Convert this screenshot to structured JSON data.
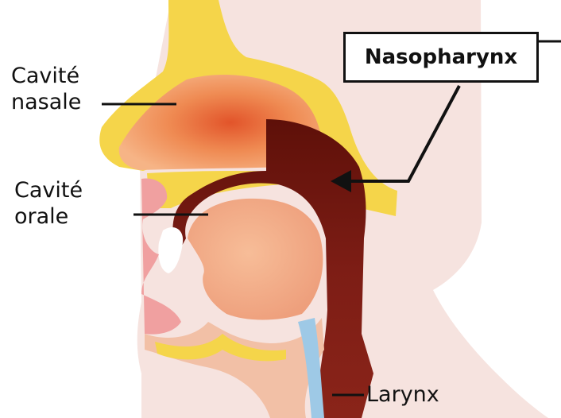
{
  "labels": {
    "nasal_cavity": [
      "Cavité",
      "nasale"
    ],
    "oral_cavity": [
      "Cavité",
      "orale"
    ],
    "larynx": "Larynx",
    "nasopharynx": "Nasopharynx"
  },
  "colors": {
    "background": "#ffffff",
    "skin": "#f6e3df",
    "bone": "#f5d54a",
    "nasal_cavity": "#f3a06a",
    "pharynx": "#7a1c14",
    "tongue": "#f2b08c",
    "lip": "#f0a0a0",
    "outline": "#111111"
  }
}
